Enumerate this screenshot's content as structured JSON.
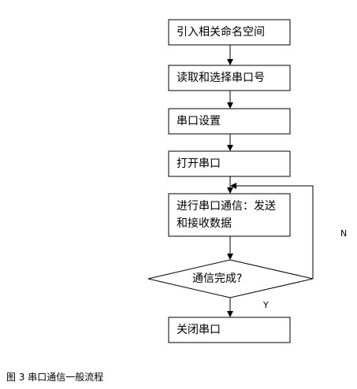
{
  "diagram": {
    "steps": [
      "引入相关命名空间",
      "读取和选择串口号",
      "串口设置",
      "打开串口",
      "进行串口通信：发送和接收数据"
    ],
    "decision": "通信完成?",
    "yes_label": "Y",
    "no_label": "N",
    "final_step": "关闭串口"
  },
  "caption": "图 3  串口通信一般流程"
}
